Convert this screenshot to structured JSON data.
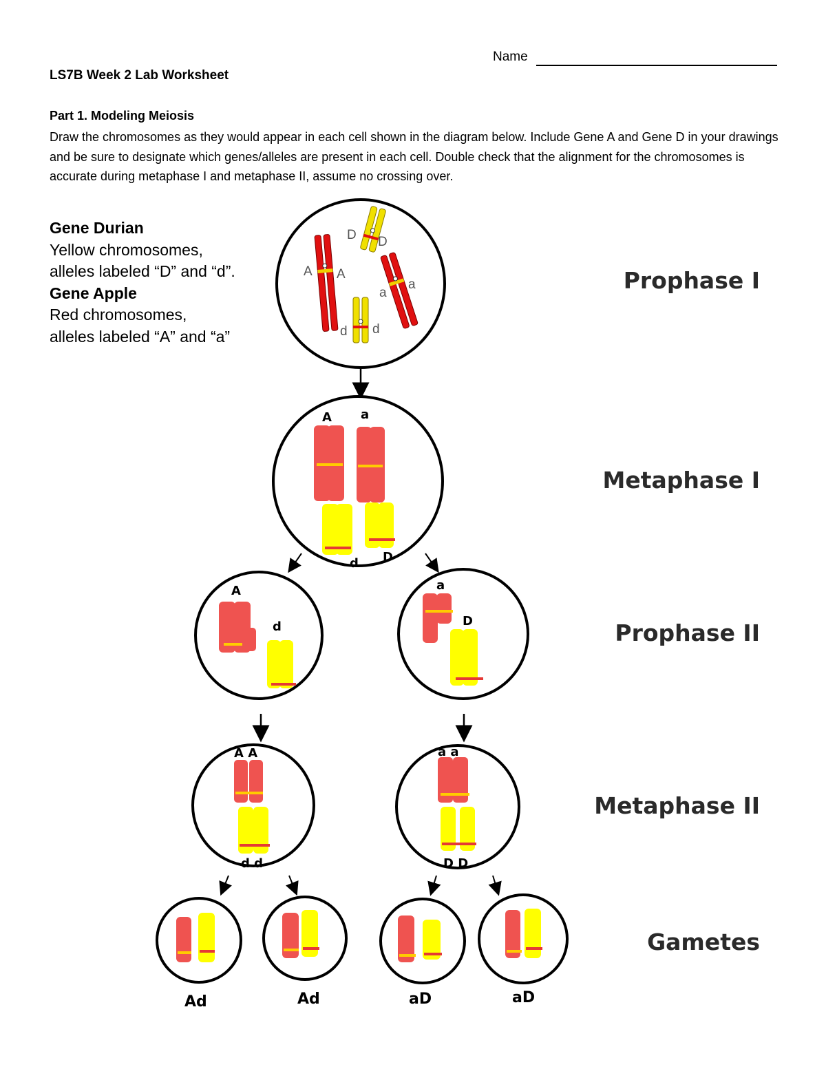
{
  "header": {
    "name_label": "Name",
    "title": "LS7B Week 2 Lab Worksheet"
  },
  "part1": {
    "heading": "Part 1. Modeling Meiosis",
    "instructions": "Draw the chromosomes as they would appear in each cell shown in the diagram below. Include Gene A and Gene D in your drawings and be sure to designate which genes/alleles are present in each cell. Double check that the alignment for the chromosomes is accurate during metaphase I and metaphase II, assume no crossing over."
  },
  "legend": {
    "gene_d_title": "Gene Durian",
    "gene_d_line1": "Yellow chromosomes,",
    "gene_d_line2": "alleles labeled “D” and “d”.",
    "gene_a_title": "Gene Apple",
    "gene_a_line1": "Red chromosomes,",
    "gene_a_line2": "alleles labeled “A” and “a”"
  },
  "stages": {
    "prophase1": "Prophase I",
    "metaphase1": "Metaphase I",
    "prophase2": "Prophase II",
    "metaphase2": "Metaphase II",
    "gametes": "Gametes"
  },
  "prophase1_labels": {
    "A_left": "A",
    "A_right": "A",
    "D_left": "D",
    "D_right": "D",
    "a_left": "a",
    "a_right": "a",
    "d_left": "d",
    "d_right": "d"
  },
  "handwritten": {
    "met1_A": "A",
    "met1_a": "a",
    "met1_d": "d",
    "met1_D": "D",
    "pro2_left_A": "A",
    "pro2_left_d": "d",
    "pro2_right_a": "a",
    "pro2_right_D": "D",
    "met2_left_top": "A A",
    "met2_left_bottom": "d d",
    "met2_right_top": "a a",
    "met2_right_bottom": "D D",
    "gamete1": "Ad",
    "gamete2": "Ad",
    "gamete3": "aD",
    "gamete4": "aD"
  },
  "colors": {
    "red_chromosome_drawn": "#ef5350",
    "red_chromosome_printed": "#e01010",
    "yellow_chromosome": "#ffff00",
    "yellow_printed": "#f0e000",
    "band_red": "#e53935",
    "band_yellow": "#ffcc00"
  }
}
